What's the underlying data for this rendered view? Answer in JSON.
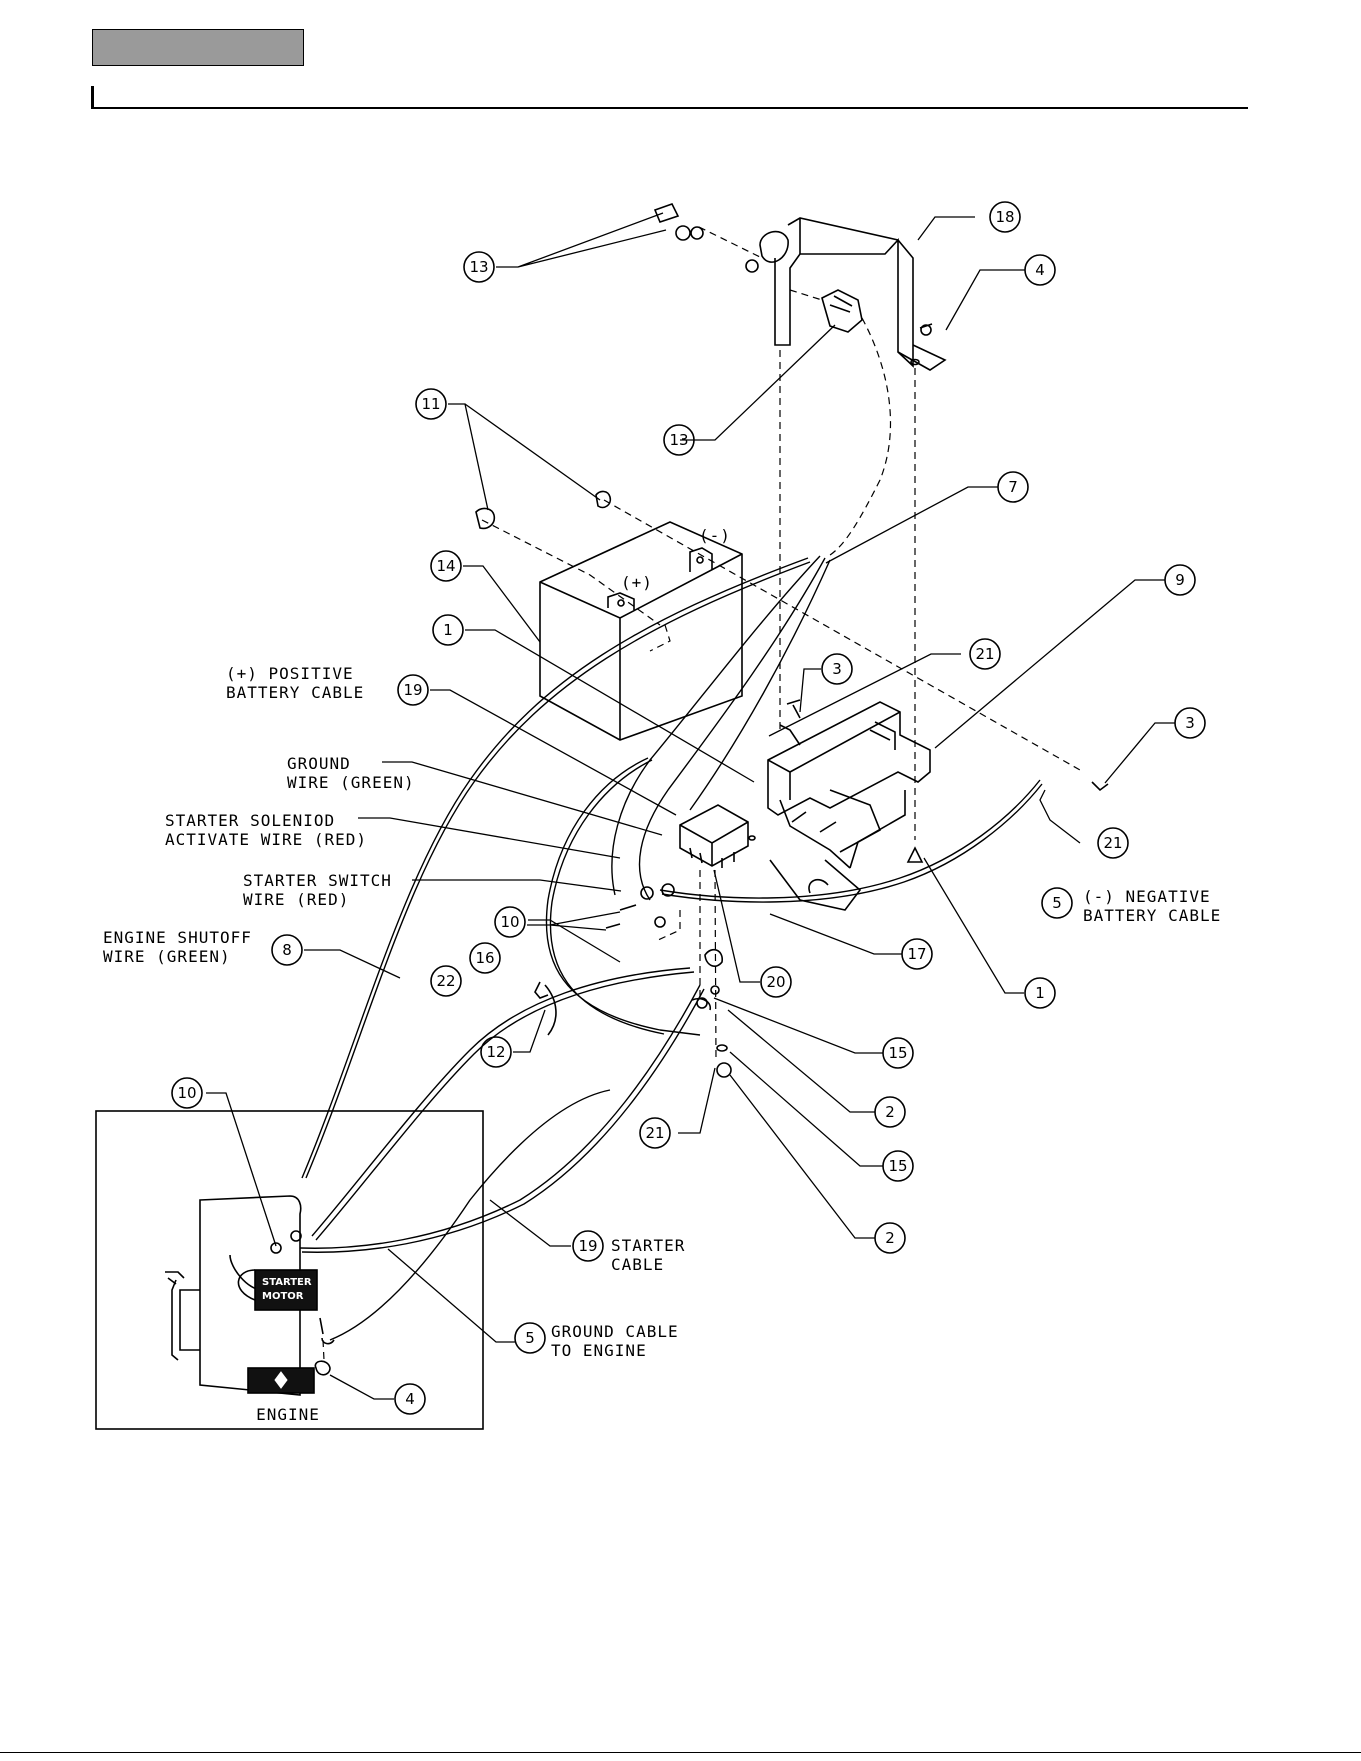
{
  "labels": {
    "positive_cable_l1": "(+) POSITIVE",
    "positive_cable_l2": "BATTERY CABLE",
    "ground_wire_l1": "GROUND",
    "ground_wire_l2": "WIRE (GREEN)",
    "solenoid_wire_l1": "STARTER SOLENIOD",
    "solenoid_wire_l2": "ACTIVATE WIRE (RED)",
    "switch_wire_l1": "STARTER SWITCH",
    "switch_wire_l2": "WIRE (RED)",
    "shutoff_wire_l1": "ENGINE SHUTOFF",
    "shutoff_wire_l2": "WIRE (GREEN)",
    "negative_cable_l1": "(-) NEGATIVE",
    "negative_cable_l2": "BATTERY CABLE",
    "starter_cable_l1": "STARTER",
    "starter_cable_l2": "CABLE",
    "ground_engine_l1": "GROUND CABLE",
    "ground_engine_l2": "TO ENGINE",
    "engine": "ENGINE",
    "starter_motor_l1": "STARTER",
    "starter_motor_l2": "MOTOR",
    "battery_pos": "(+)",
    "battery_neg": "(-)"
  },
  "callouts": {
    "c13a": "13",
    "c18": "18",
    "c4a": "4",
    "c13b": "13",
    "c11": "11",
    "c7": "7",
    "c14": "14",
    "c1a": "1",
    "c9": "9",
    "c21a": "21",
    "c3a": "3",
    "c3b": "3",
    "c19a": "19",
    "c21b": "21",
    "c5a": "5",
    "c10a": "10",
    "c17": "17",
    "c8": "8",
    "c16": "16",
    "c22": "22",
    "c20": "20",
    "c1b": "1",
    "c12": "12",
    "c15a": "15",
    "c2a": "2",
    "c21c": "21",
    "c15b": "15",
    "c10b": "10",
    "c2b": "2",
    "c19b": "19",
    "c5b": "5",
    "c4b": "4"
  }
}
